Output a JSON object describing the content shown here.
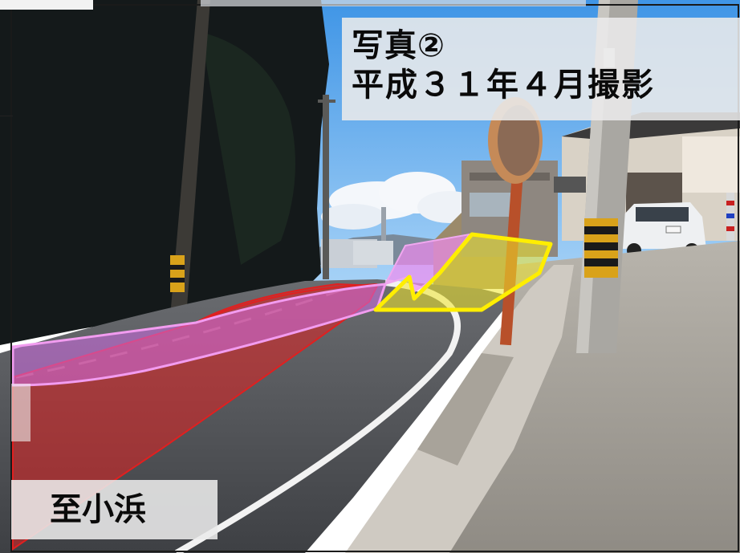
{
  "photo": {
    "title_line1": "写真②",
    "title_line2": "平成３１年４月撮影",
    "destination": "至小浜"
  },
  "colors": {
    "red_overlay": "#e02020",
    "pink_overlay": "#f080e8",
    "yellow_overlay": "#ffee00",
    "sky": "#6fb4ee",
    "road": "#4a4d52"
  }
}
